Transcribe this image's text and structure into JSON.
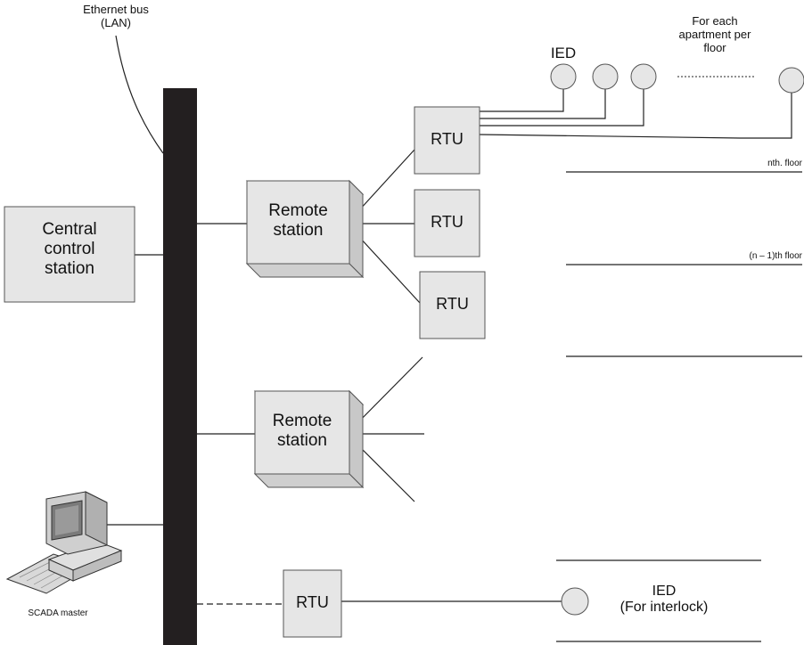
{
  "labels": {
    "ethernet_bus": [
      "Ethernet bus",
      "(LAN)"
    ],
    "central_station": [
      "Central",
      "control",
      "station"
    ],
    "remote_station": [
      "Remote",
      "station"
    ],
    "rtu": "RTU",
    "ied": "IED",
    "apartment_note": [
      "For each",
      "apartment per",
      "floor"
    ],
    "floor_n": "nth. floor",
    "floor_n_minus_1": "(n – 1)th floor",
    "scada_master": "SCADA master",
    "ied_interlock": [
      "IED",
      "(For interlock)"
    ]
  },
  "colors": {
    "bus": "#231f20",
    "box_fill": "#e6e6e6",
    "box_side": "#c8c8c8",
    "box_top": "#f1f1f1",
    "line": "#222222"
  },
  "icons": {
    "computer": "computer-icon",
    "ied_node": "ied-circle-icon"
  }
}
